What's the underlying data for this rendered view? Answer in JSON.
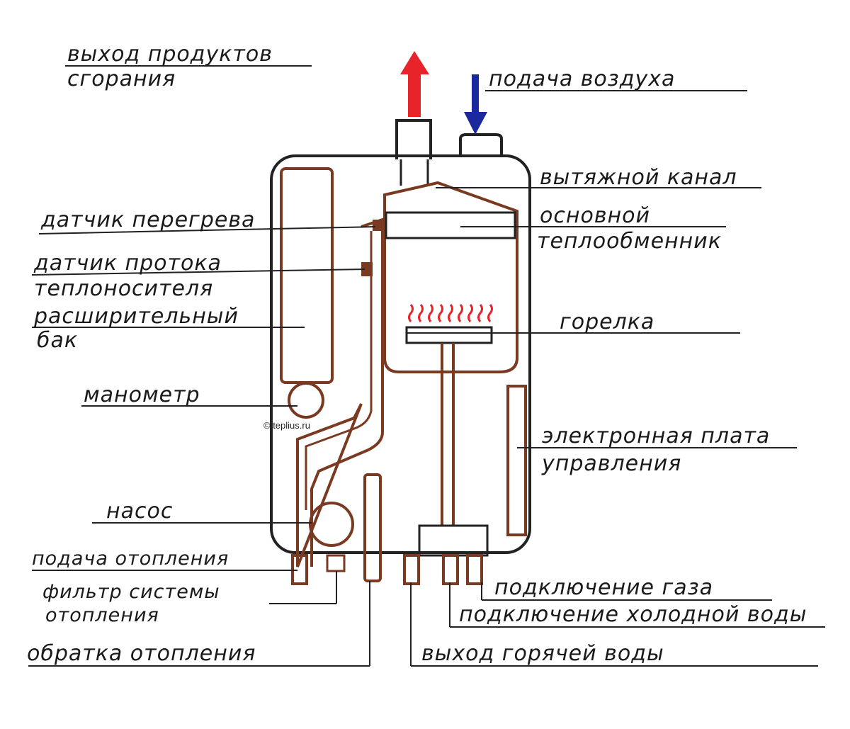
{
  "colors": {
    "boiler_outline": "#222222",
    "pipes": "#7a3a22",
    "flue_arrow": "#e8242a",
    "air_arrow": "#1a2a9c",
    "flame": "#e8242a",
    "leader_lines": "#222222"
  },
  "labels": {
    "flue_outlet_line1": "выход продуктов",
    "flue_outlet_line2": "сгорания",
    "air_supply": "подача воздуха",
    "exhaust_channel": "вытяжной канал",
    "overheat_sensor": "датчик перегрева",
    "main_exchanger_line1": "основной",
    "main_exchanger_line2": "теплообменник",
    "flow_sensor_line1": "датчик протока",
    "flow_sensor_line2": "теплоносителя",
    "expansion_tank_line1": "расширительный",
    "expansion_tank_line2": "бак",
    "burner": "горелка",
    "manometer": "манометр",
    "control_board_line1": "электронная плата",
    "control_board_line2": "управления",
    "pump": "насос",
    "heating_supply": "подача отопления",
    "gas_connection": "подключение газа",
    "filter_line1": "фильтр системы",
    "filter_line2": "отопления",
    "cold_water": "подключение холодной воды",
    "heating_return": "обратка отопления",
    "hot_water_out": "выход горячей воды",
    "credit": "© teplius.ru"
  }
}
